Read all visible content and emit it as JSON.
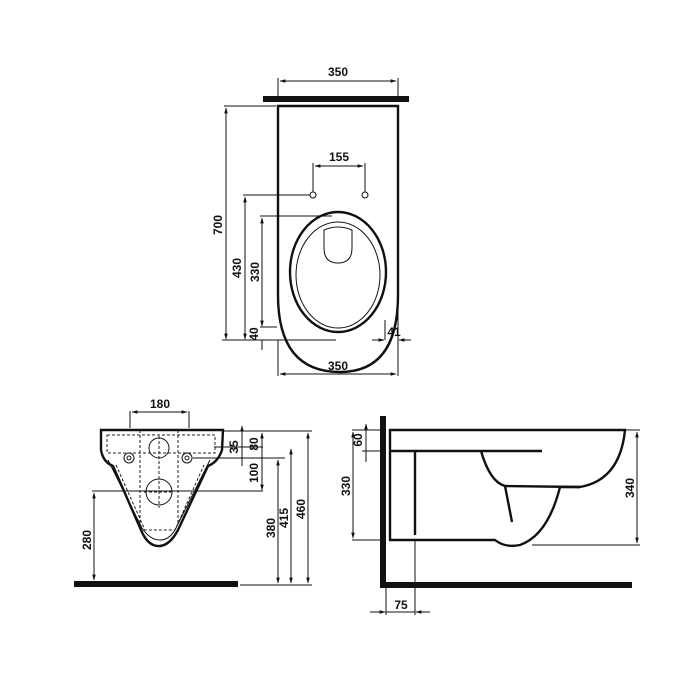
{
  "drawing": {
    "title": "Wall-hung WC technical dimension drawing",
    "units": "mm",
    "colors": {
      "line": "#111111",
      "background": "#ffffff"
    },
    "views": {
      "top": {
        "name": "top-view",
        "dimensions": {
          "top_width": "350",
          "bottom_width": "350",
          "fixing_spacing": "155",
          "total_length": "700",
          "fixing_to_front": "430",
          "seat_opening_length": "330",
          "front_offset": "40",
          "side_offset": "41"
        }
      },
      "front": {
        "name": "front-view",
        "dimensions": {
          "fixing_width": "180",
          "top_to_fixings": "35",
          "top_to_inlet": "80",
          "inlet_to_outlet": "100",
          "outlet_height": "280",
          "fixing_height": "380",
          "inlet_height": "415",
          "total_height": "460"
        }
      },
      "side": {
        "name": "side-view",
        "dimensions": {
          "rim_to_inlet": "60",
          "body_height": "330",
          "bowl_depth": "340",
          "outlet_projection": "75"
        }
      }
    }
  }
}
